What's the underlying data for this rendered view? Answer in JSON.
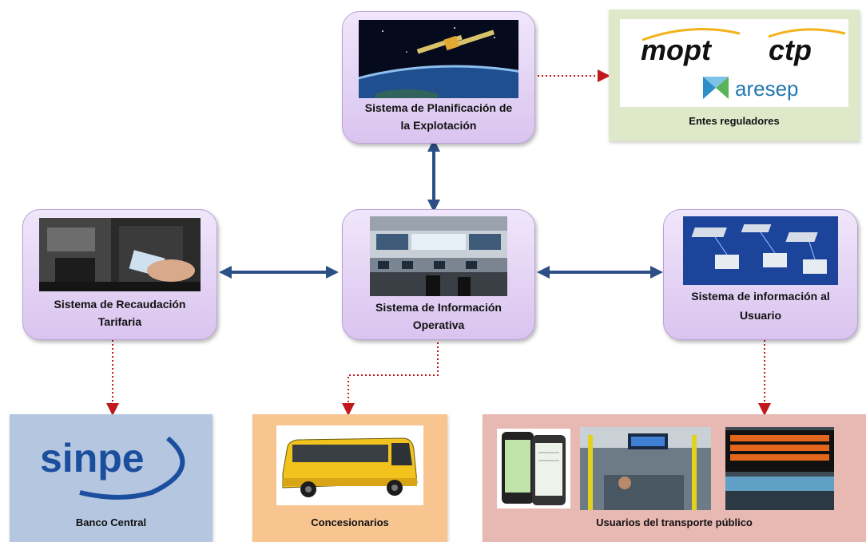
{
  "nodes": {
    "planificacion": {
      "label_line1": "Sistema de Planificación de",
      "label_line2": "la Explotación"
    },
    "recaudacion": {
      "label_line1": "Sistema de Recaudación",
      "label_line2": "Tarifaria"
    },
    "operativa": {
      "label_line1": "Sistema de Información",
      "label_line2": "Operativa"
    },
    "usuario": {
      "label_line1": "Sistema de información al",
      "label_line2": "Usuario"
    }
  },
  "entities": {
    "reguladores": {
      "label": "Entes reguladores",
      "logo1": "mopt",
      "logo2": "ctp",
      "logo3": "aresep"
    },
    "banco": {
      "label": "Banco Central",
      "logo": "sinpe"
    },
    "concesionarios": {
      "label": "Concesionarios"
    },
    "usuarios": {
      "label": "Usuarios del transporte público"
    }
  },
  "colors": {
    "node_fill": "#e6d6f5",
    "solid_arrow": "#2b4f86",
    "dotted_arrow": "#c0191d",
    "reguladores_bg": "#dfe9c9",
    "banco_bg": "#b4c6e0",
    "concesionarios_bg": "#f8c591",
    "usuarios_bg": "#e8b8b3"
  }
}
